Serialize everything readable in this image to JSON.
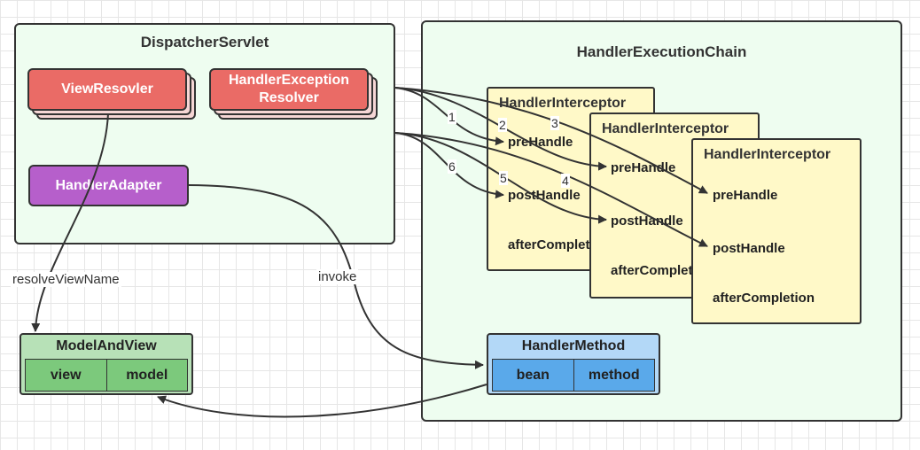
{
  "dispatcher": {
    "title": "DispatcherServlet",
    "view_resolver": "ViewResovler",
    "exception_resolver_line1": "HandlerException",
    "exception_resolver_line2": "Resolver",
    "handler_adapter": "HandlerAdapter"
  },
  "chain": {
    "title": "HandlerExecutionChain",
    "interceptors": [
      {
        "title": "HandlerInterceptor",
        "pre": "preHandle",
        "post": "postHandle",
        "after": "afterCompletion"
      },
      {
        "title": "HandlerInterceptor",
        "pre": "preHandle",
        "post": "postHandle",
        "after": "afterCompletion"
      },
      {
        "title": "HandlerInterceptor",
        "pre": "preHandle",
        "post": "postHandle",
        "after": "afterCompletion"
      }
    ]
  },
  "handler_method": {
    "title": "HandlerMethod",
    "fields": [
      "bean",
      "method"
    ]
  },
  "model_and_view": {
    "title": "ModelAndView",
    "fields": [
      "view",
      "model"
    ]
  },
  "edge_labels": {
    "resolve_view_name": "resolveViewName",
    "invoke": "invoke",
    "steps": [
      "1",
      "2",
      "3",
      "4",
      "5",
      "6"
    ]
  },
  "colors": {
    "container_fill": "#eefdf0",
    "resolver_fill": "#ea6b66",
    "adapter_fill": "#b65fcb",
    "interceptor_fill": "#fff9c8",
    "handler_method_fill": "#b3d8f7",
    "model_view_fill": "#b7e1b7"
  }
}
